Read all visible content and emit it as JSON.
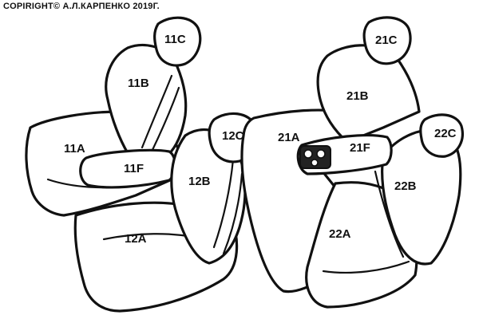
{
  "copyright": "COPIRIGHT© А.Л.КАРПЕНКО 2019Г.",
  "labels": {
    "front_left_headrest": "11C",
    "front_left_backrest": "11B",
    "front_left_cushion": "11A",
    "front_left_armrest": "11F",
    "front_right_headrest": "12C",
    "front_right_backrest": "12B",
    "front_right_cushion": "12A",
    "rear_left_headrest": "21C",
    "rear_left_backrest": "21B",
    "rear_left_cushion": "21A",
    "rear_armrest": "21F",
    "rear_right_headrest": "22C",
    "rear_right_backrest": "22B",
    "rear_right_cushion": "22A"
  }
}
